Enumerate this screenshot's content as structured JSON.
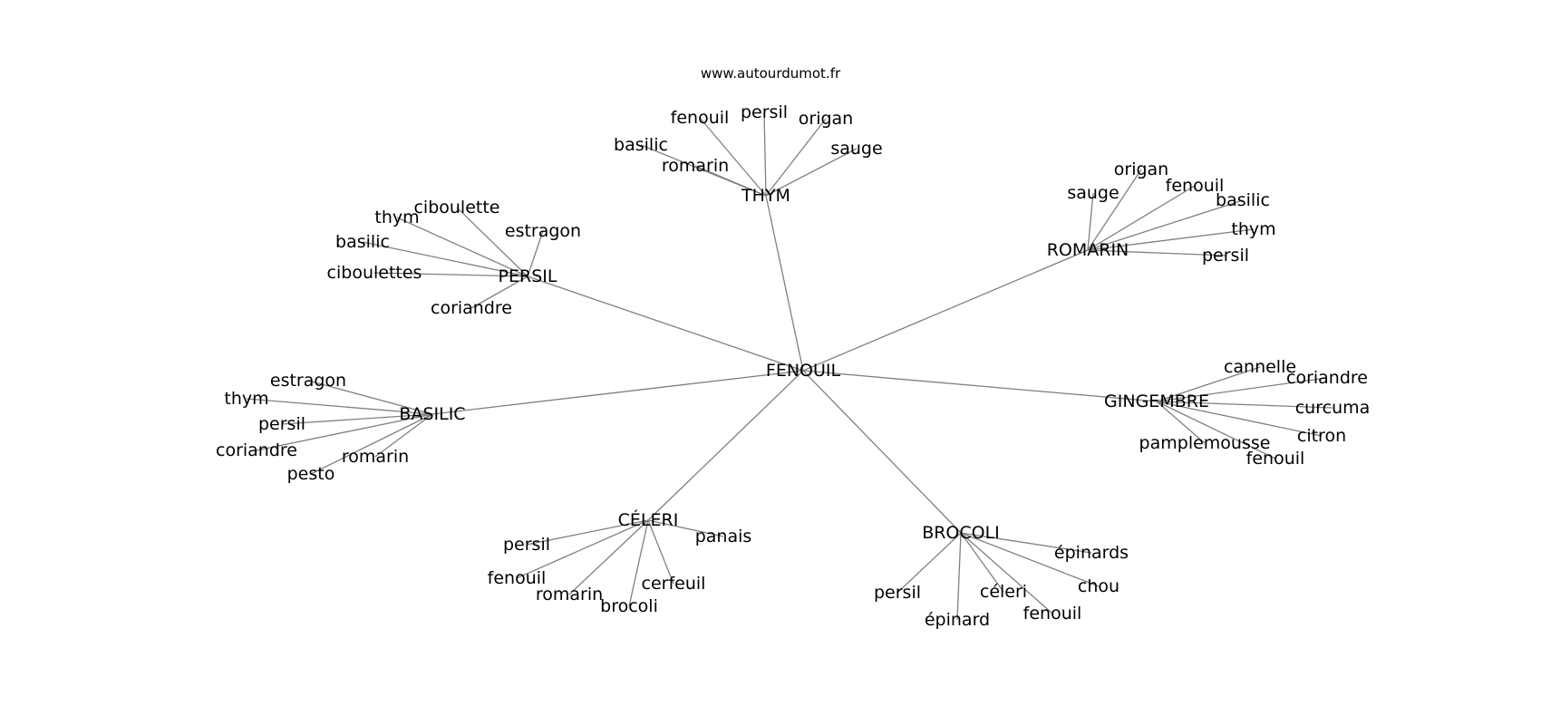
{
  "source_label": "www.autourdumot.fr",
  "graph": {
    "center": "FENOUIL",
    "hubs": [
      {
        "label": "THYM",
        "leaves": [
          "fenouil",
          "persil",
          "origan",
          "basilic",
          "romarin",
          "sauge"
        ]
      },
      {
        "label": "PERSIL",
        "leaves": [
          "ciboulette",
          "thym",
          "estragon",
          "basilic",
          "ciboulettes",
          "coriandre"
        ]
      },
      {
        "label": "ROMARIN",
        "leaves": [
          "origan",
          "sauge",
          "fenouil",
          "basilic",
          "thym",
          "persil"
        ]
      },
      {
        "label": "BASILIC",
        "leaves": [
          "estragon",
          "thym",
          "persil",
          "coriandre",
          "romarin",
          "pesto"
        ]
      },
      {
        "label": "GINGEMBRE",
        "leaves": [
          "cannelle",
          "coriandre",
          "curcuma",
          "citron",
          "pamplemousse",
          "fenouil"
        ]
      },
      {
        "label": "CÉLERI",
        "leaves": [
          "persil",
          "panais",
          "fenouil",
          "cerfeuil",
          "romarin",
          "brocoli"
        ]
      },
      {
        "label": "BROCOLI",
        "leaves": [
          "épinards",
          "chou",
          "persil",
          "céleri",
          "fenouil",
          "épinard"
        ]
      }
    ]
  }
}
